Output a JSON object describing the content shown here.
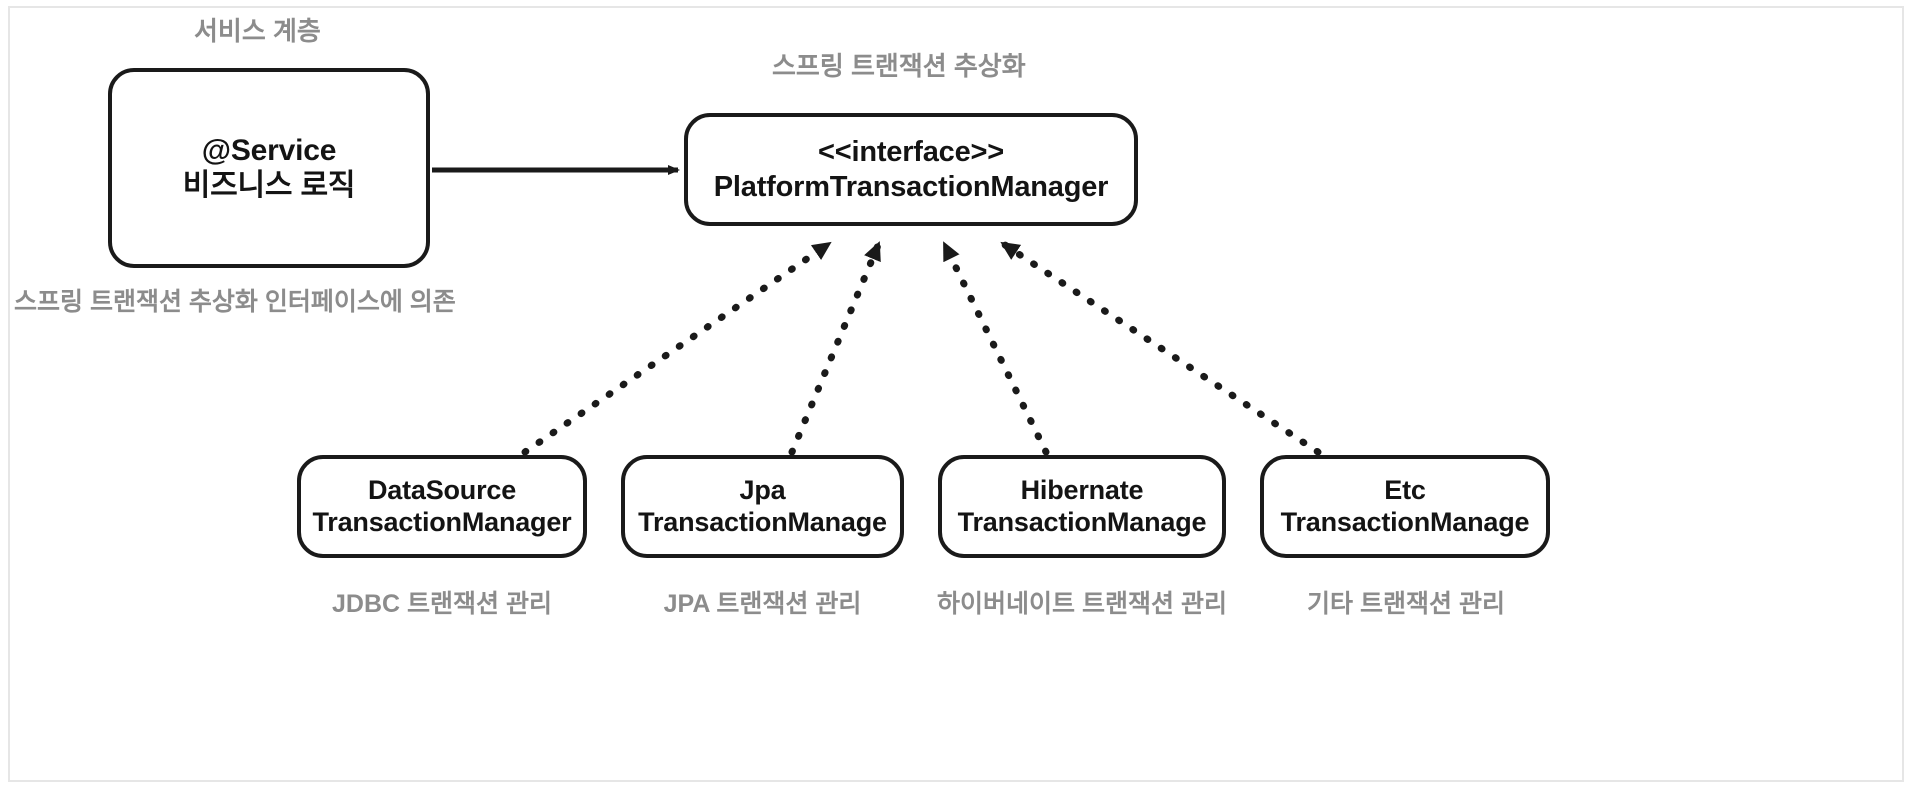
{
  "diagram": {
    "title_captions": {
      "service_layer": "서비스 계층",
      "spring_abstraction": "스프링 트랜잭션 추상화",
      "depends_note": "스프링 트랜잭션 추상화 인터페이스에 의존"
    },
    "service_node": {
      "line1": "@Service",
      "line2": "비즈니스 로직"
    },
    "interface_node": {
      "line1": "<<interface>>",
      "line2": "PlatformTransactionManager"
    },
    "implementations": [
      {
        "line1": "DataSource",
        "line2": "TransactionManager",
        "caption": "JDBC 트랜잭션 관리"
      },
      {
        "line1": "Jpa",
        "line2": "TransactionManage",
        "caption": "JPA 트랜잭션 관리"
      },
      {
        "line1": "Hibernate",
        "line2": "TransactionManage",
        "caption": "하이버네이트 트랜잭션 관리"
      },
      {
        "line1": "Etc",
        "line2": "TransactionManage",
        "caption": "기타 트랜잭션 관리"
      }
    ],
    "edges": {
      "service_to_interface": "solid-arrow",
      "implementation_to_interface": "dotted-arrow-realization"
    },
    "colors": {
      "stroke": "#1a1a1a",
      "caption": "#8c8c8c",
      "frame": "#e6e6e6",
      "background": "#ffffff"
    }
  }
}
